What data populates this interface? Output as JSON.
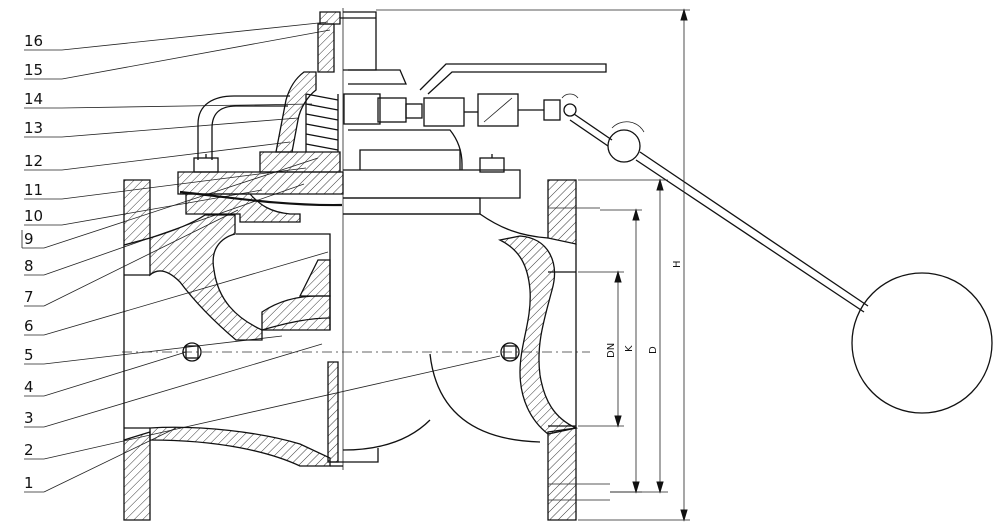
{
  "part_numbers": [
    "16",
    "15",
    "14",
    "13",
    "12",
    "11",
    "10",
    "9",
    "8",
    "7",
    "6",
    "5",
    "4",
    "3",
    "2",
    "1"
  ],
  "dimensions": {
    "h": "H",
    "dn": "DN",
    "k": "K",
    "d": "D"
  }
}
